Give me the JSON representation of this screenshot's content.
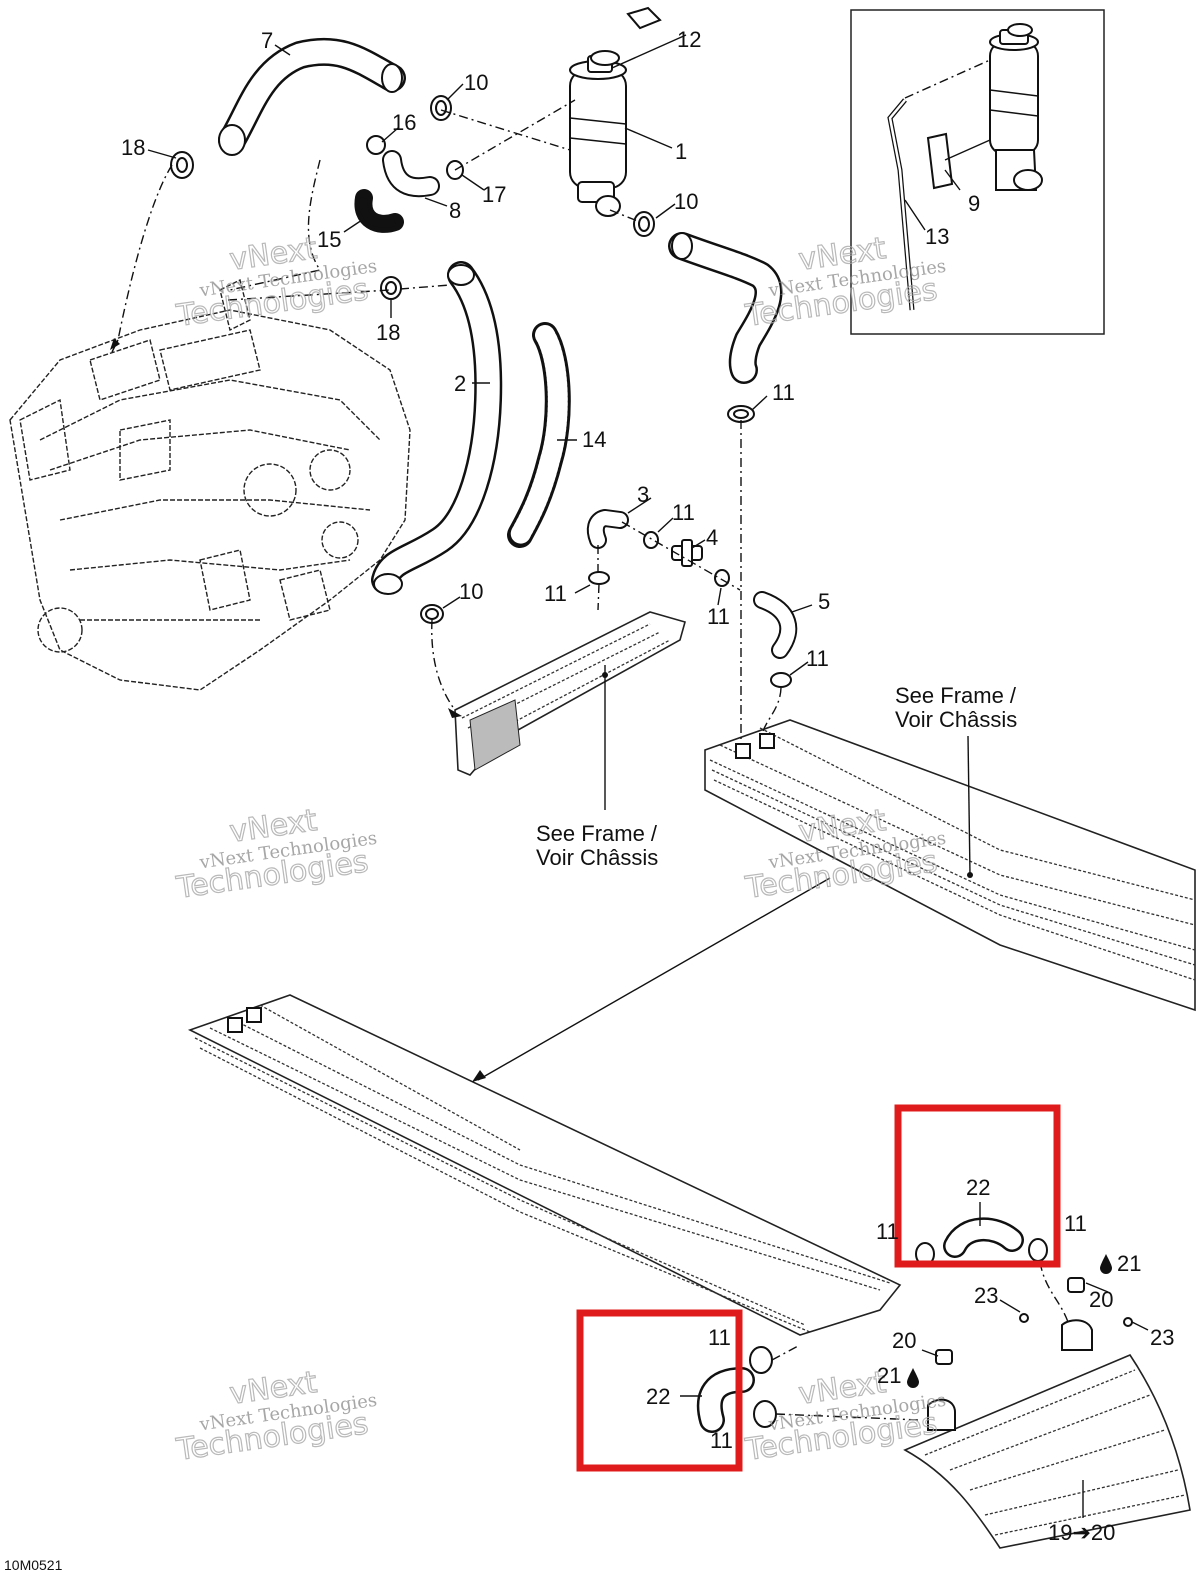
{
  "diagram_code": "10M0521",
  "callouts": [
    {
      "id": "c1",
      "text": "1"
    },
    {
      "id": "c2",
      "text": "2"
    },
    {
      "id": "c3",
      "text": "3"
    },
    {
      "id": "c4",
      "text": "4"
    },
    {
      "id": "c5",
      "text": "5"
    },
    {
      "id": "c7",
      "text": "7"
    },
    {
      "id": "c8",
      "text": "8"
    },
    {
      "id": "c9",
      "text": "9"
    },
    {
      "id": "c10a",
      "text": "10"
    },
    {
      "id": "c10b",
      "text": "10"
    },
    {
      "id": "c10c",
      "text": "10"
    },
    {
      "id": "c11a",
      "text": "11"
    },
    {
      "id": "c11b",
      "text": "11"
    },
    {
      "id": "c11c",
      "text": "11"
    },
    {
      "id": "c11d",
      "text": "11"
    },
    {
      "id": "c11e",
      "text": "11"
    },
    {
      "id": "c11f",
      "text": "11"
    },
    {
      "id": "c11g",
      "text": "11"
    },
    {
      "id": "c11h",
      "text": "11"
    },
    {
      "id": "c11i",
      "text": "11"
    },
    {
      "id": "c12",
      "text": "12"
    },
    {
      "id": "c13",
      "text": "13"
    },
    {
      "id": "c14",
      "text": "14"
    },
    {
      "id": "c15",
      "text": "15"
    },
    {
      "id": "c16",
      "text": "16"
    },
    {
      "id": "c17",
      "text": "17"
    },
    {
      "id": "c18a",
      "text": "18"
    },
    {
      "id": "c18b",
      "text": "18"
    },
    {
      "id": "c19",
      "text": "19➔20"
    },
    {
      "id": "c20a",
      "text": "20"
    },
    {
      "id": "c20b",
      "text": "20"
    },
    {
      "id": "c21a",
      "text": "21"
    },
    {
      "id": "c21b",
      "text": "21"
    },
    {
      "id": "c22a",
      "text": "22"
    },
    {
      "id": "c22b",
      "text": "22"
    },
    {
      "id": "c23a",
      "text": "23"
    },
    {
      "id": "c23b",
      "text": "23"
    }
  ],
  "notes": {
    "frame_upper": [
      "See Frame /",
      "Voir Châssis"
    ],
    "frame_lower": [
      "See Frame /",
      "Voir Châssis"
    ]
  },
  "watermark": {
    "line1": "vNext Technologies",
    "line2": "vNext",
    "line3": "Technologies"
  },
  "colors": {
    "highlight": "#e01b1b",
    "line": "#111111",
    "watermark": "#a8a8a8"
  },
  "icons": [
    "drop-icon",
    "arrow-icon"
  ]
}
